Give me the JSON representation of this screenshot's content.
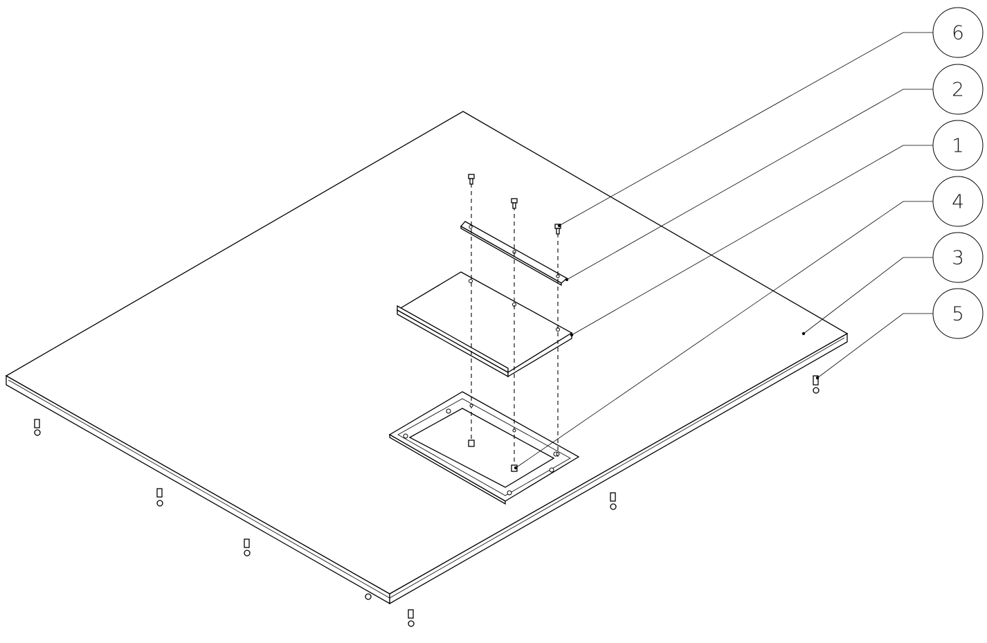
{
  "balloons": [
    {
      "label": "6"
    },
    {
      "label": "2"
    },
    {
      "label": "1"
    },
    {
      "label": "4"
    },
    {
      "label": "3"
    },
    {
      "label": "5"
    }
  ]
}
